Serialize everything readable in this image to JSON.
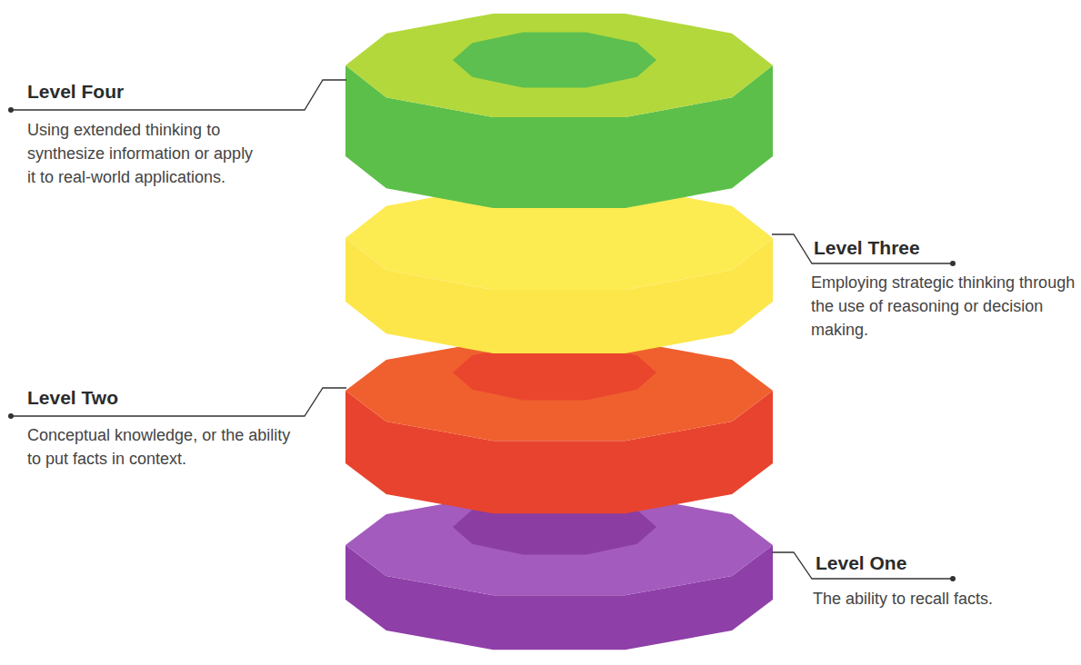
{
  "diagram": {
    "labels": [
      "Level Four",
      "Using extended thinking to synthesize information or apply it to real-world applications.",
      "Level Three",
      "Employing strategic thinking through the use of reasoning or decision making.",
      "Level Two",
      "Conceptual knowledge, or the ability to put facts in context.",
      "Level One",
      "The ability to recall facts."
    ]
  }
}
